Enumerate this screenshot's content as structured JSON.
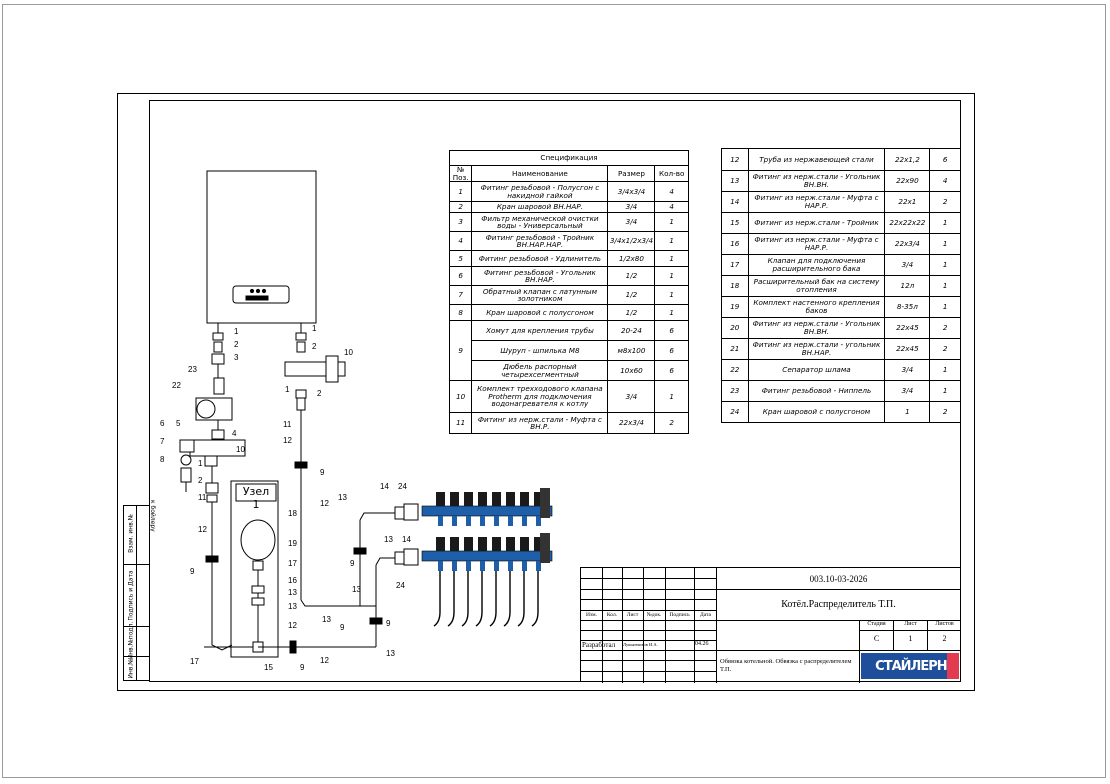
{
  "spec_left": {
    "title": "Спецификация",
    "headers": {
      "pos": "№ Поз.",
      "name": "Наименование",
      "size": "Размер",
      "qty": "Кол-во"
    },
    "rows": [
      {
        "pos": "1",
        "name": "Фитинг резьбовой - Полусгон с накидной гайкой",
        "size": "3/4х3/4",
        "qty": "4"
      },
      {
        "pos": "2",
        "name": "Кран шаровой ВН.НАР.",
        "size": "3/4",
        "qty": "4"
      },
      {
        "pos": "3",
        "name": "Фильтр механической очистки воды - Универсальный",
        "size": "3/4",
        "qty": "1"
      },
      {
        "pos": "4",
        "name": "Фитинг резьбовой - Тройник ВН.НАР.НАР.",
        "size": "3/4х1/2х3/4",
        "qty": "1"
      },
      {
        "pos": "5",
        "name": "Фитинг резьбовой - Удлинитель",
        "size": "1/2х80",
        "qty": "1"
      },
      {
        "pos": "6",
        "name": "Фитинг резьбовой - Угольник ВН.НАР.",
        "size": "1/2",
        "qty": "1"
      },
      {
        "pos": "7",
        "name": "Обратный клапан с латунным золотником",
        "size": "1/2",
        "qty": "1"
      },
      {
        "pos": "8",
        "name": "Кран шаровой с полусгоном",
        "size": "1/2",
        "qty": "1"
      }
    ],
    "row9": {
      "pos": "9",
      "items": [
        {
          "name": "Хомут для крепления трубы",
          "size": "20-24",
          "qty": "6"
        },
        {
          "name": "Шуруп - шпилька М8",
          "size": "м8х100",
          "qty": "6"
        },
        {
          "name": "Дюбель распорный четырехсегментный",
          "size": "10х60",
          "qty": "6"
        }
      ]
    },
    "rows_tail": [
      {
        "pos": "10",
        "name": "Комплект трехходового клапана Protherm для подключения водонагревателя к котлу",
        "size": "3/4",
        "qty": "1"
      },
      {
        "pos": "11",
        "name": "Фитинг из нерж.стали - Муфта с ВН.Р.",
        "size": "22х3/4",
        "qty": "2"
      }
    ]
  },
  "spec_right": {
    "rows": [
      {
        "pos": "12",
        "name": "Труба из нержавеющей стали",
        "size": "22х1,2",
        "qty": "6"
      },
      {
        "pos": "13",
        "name": "Фитинг из нерж.стали - Угольник ВН.ВН.",
        "size": "22х90",
        "qty": "4"
      },
      {
        "pos": "14",
        "name": "Фитинг из нерж.стали - Муфта с НАР.Р.",
        "size": "22х1",
        "qty": "2"
      },
      {
        "pos": "15",
        "name": "Фитинг из нерж.стали - Тройник",
        "size": "22х22х22",
        "qty": "1"
      },
      {
        "pos": "16",
        "name": "Фитинг из нерж.стали - Муфта с НАР.Р.",
        "size": "22х3/4",
        "qty": "1"
      },
      {
        "pos": "17",
        "name": "Клапан для подключения расширительного бака",
        "size": "3/4",
        "qty": "1"
      },
      {
        "pos": "18",
        "name": "Расширительный бак на систему отопления",
        "size": "12л",
        "qty": "1"
      },
      {
        "pos": "19",
        "name": "Комплект настенного крепления баков",
        "size": "8-35л",
        "qty": "1"
      },
      {
        "pos": "20",
        "name": "Фитинг из нерж.стали - Угольник ВН.ВН.",
        "size": "22х45",
        "qty": "2"
      },
      {
        "pos": "21",
        "name": "Фитинг из нерж.стали - угольник ВН.НАР.",
        "size": "22х45",
        "qty": "2"
      },
      {
        "pos": "22",
        "name": "Сепаратор шлама",
        "size": "3/4",
        "qty": "1"
      },
      {
        "pos": "23",
        "name": "Фитинг резьбовой - Ниппель",
        "size": "3/4",
        "qty": "1"
      },
      {
        "pos": "24",
        "name": "Кран шаровой с полусгоном",
        "size": "1",
        "qty": "2"
      }
    ]
  },
  "title_block": {
    "code": "003.10-03-2026",
    "name": "Котёл.Распределитель Т.П.",
    "stamp_cols": [
      "Изм.",
      "Кол.",
      "Лист",
      "№док.",
      "Подпись",
      "Дата"
    ],
    "developed_label": "Разработал",
    "developed_name": "Лукьянчиков И.А.",
    "developed_date": "04.26",
    "stage_label": "Стадия",
    "sheet_label": "Лист",
    "sheets_label": "Листов",
    "stage": "С",
    "sheet": "1",
    "sheets": "2",
    "description": "Обвязка котельной. Обвязка с распределителем Т.П.",
    "logo_text": "СТАЙЛЕРН"
  },
  "side_stamps": [
    "Взам. инв.№",
    "Подпись и Дата",
    "Инв.№подл.",
    "Инв.№"
  ],
  "diagram": {
    "node_label": "Узел 1",
    "vertical_note": "к бойлеру",
    "pos_labels": [
      "1",
      "2",
      "3",
      "4",
      "5",
      "6",
      "7",
      "8",
      "9",
      "10",
      "11",
      "12",
      "13",
      "14",
      "15",
      "16",
      "17",
      "18",
      "19",
      "22",
      "23",
      "24"
    ]
  },
  "colors": {
    "manifold": "#1f5ea8",
    "pipe": "#000000",
    "logo": "#1d4f9b",
    "logo_accent": "#e43a4f"
  }
}
